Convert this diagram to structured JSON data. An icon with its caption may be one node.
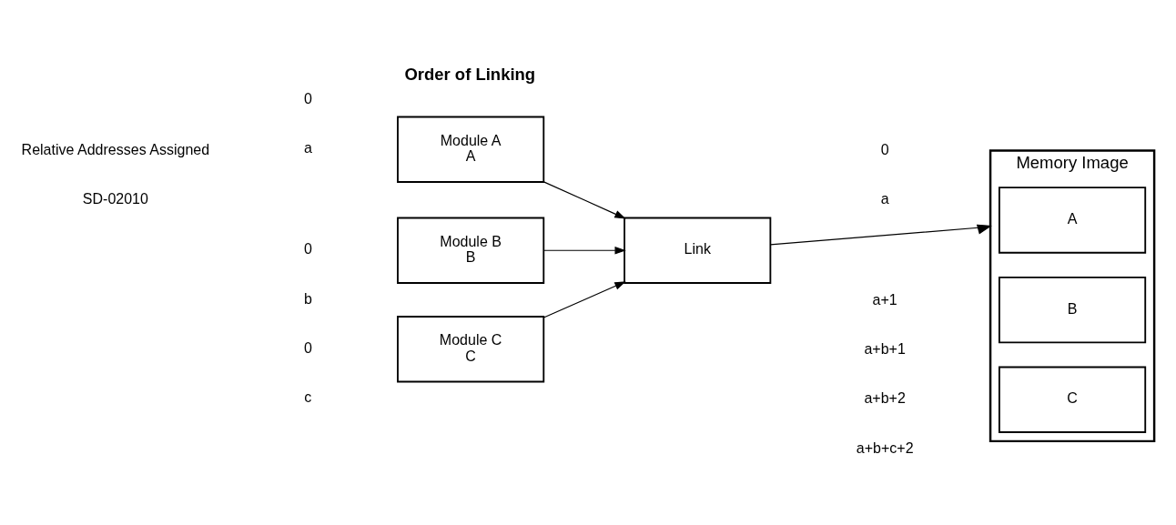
{
  "diagram": {
    "nodes": [
      {
        "text": [
          "Module A",
          "A"
        ]
      },
      {
        "text": [
          "Module B",
          "B"
        ]
      },
      {
        "text": [
          "Module C",
          "C"
        ]
      },
      {
        "text": [
          "Link"
        ]
      },
      {
        "text": [
          "Memory Image"
        ]
      },
      {
        "text": [
          "A"
        ],
        "in": 4
      },
      {
        "text": [
          "B"
        ],
        "in": 4
      },
      {
        "text": [
          "C"
        ],
        "in": 4
      }
    ],
    "edges": [
      {
        "from": 0,
        "to": 3,
        "arrow": "to"
      },
      {
        "from": 1,
        "to": 3,
        "arrow": "to"
      },
      {
        "from": 2,
        "to": 3,
        "arrow": "to"
      },
      {
        "from": 3,
        "to": 4,
        "arrow": "to"
      }
    ],
    "labels": [
      "Order of Linking",
      "Relative Addresses Assigned",
      "0",
      "a",
      "0",
      "b",
      "0",
      "c",
      "0",
      "a",
      "a+1",
      "a+b+1",
      "a+b+2",
      "a+b+c+2",
      "SD-02010"
    ]
  }
}
